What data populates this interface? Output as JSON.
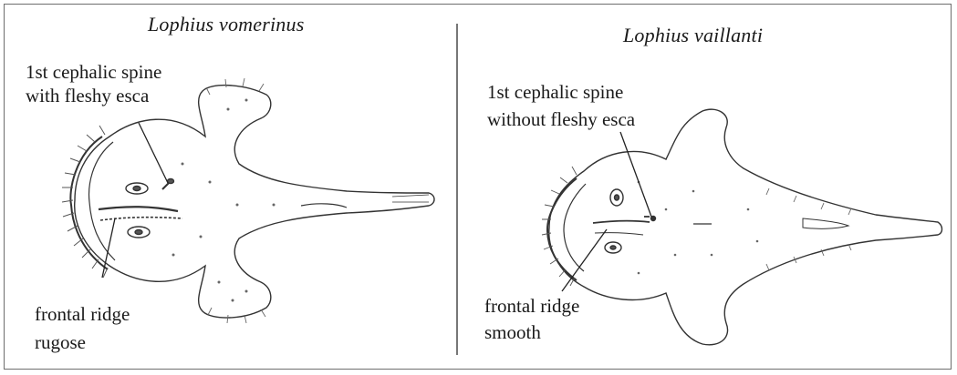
{
  "left_panel": {
    "species": "Lophius vomerinus",
    "spine_label_line1": "1st cephalic spine",
    "spine_label_line2": "with fleshy esca",
    "ridge_label_line1": "frontal ridge",
    "ridge_label_line2": "rugose"
  },
  "right_panel": {
    "species": "Lophius vaillanti",
    "spine_label_line1": "1st cephalic spine",
    "spine_label_line2": "without fleshy esca",
    "ridge_label_line1": "frontal ridge",
    "ridge_label_line2": "smooth"
  }
}
